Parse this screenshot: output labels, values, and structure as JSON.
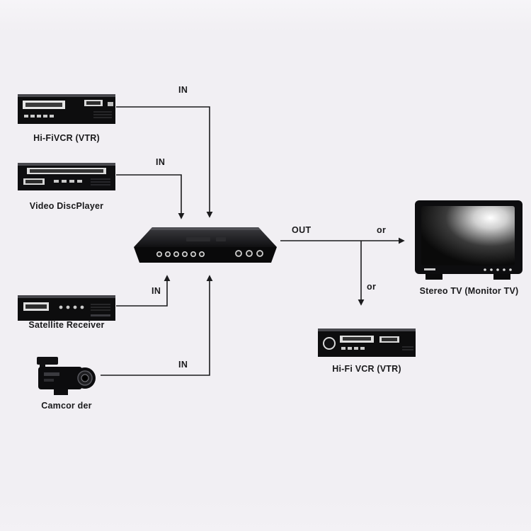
{
  "diagram": {
    "devices": {
      "vcr_top": {
        "label": "Hi-FiVCR (VTR)"
      },
      "disc_player": {
        "label": "Video DiscPlayer"
      },
      "satellite": {
        "label": "Satellite Receiver"
      },
      "camcorder": {
        "label": "Camcor der"
      },
      "tv": {
        "label": "Stereo TV (Monitor TV)"
      },
      "vcr_bottom": {
        "label": "Hi-Fi VCR (VTR)"
      }
    },
    "labels": {
      "in_vcr": "IN",
      "in_disc": "IN",
      "in_satellite": "IN",
      "in_camcorder": "IN",
      "out": "OUT",
      "or_tv": "or",
      "or_vcr": "or"
    },
    "colors": {
      "background": "#f1eff3",
      "line": "#1b1b1d",
      "device_body": "#0d0d0e"
    }
  }
}
